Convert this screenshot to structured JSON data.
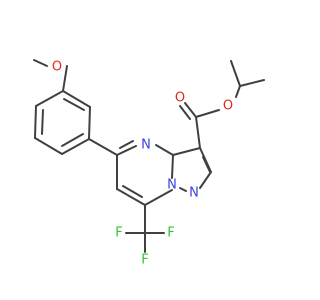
{
  "molecule": {
    "atom_labels": {
      "methoxy_o": "O",
      "carbonyl_o": "O",
      "ester_o": "O",
      "ring_n_pyrimidine": "N",
      "ring_n_pyrazole_1": "N",
      "ring_n_pyrazole_2": "N",
      "f_left": "F",
      "f_right": "F",
      "f_bottom": "F"
    },
    "colors": {
      "carbon_bond": "#404040",
      "oxygen": "#e8281e",
      "nitrogen": "#3b43e0",
      "fluorine": "#38c238",
      "background": "#ffffff"
    }
  }
}
